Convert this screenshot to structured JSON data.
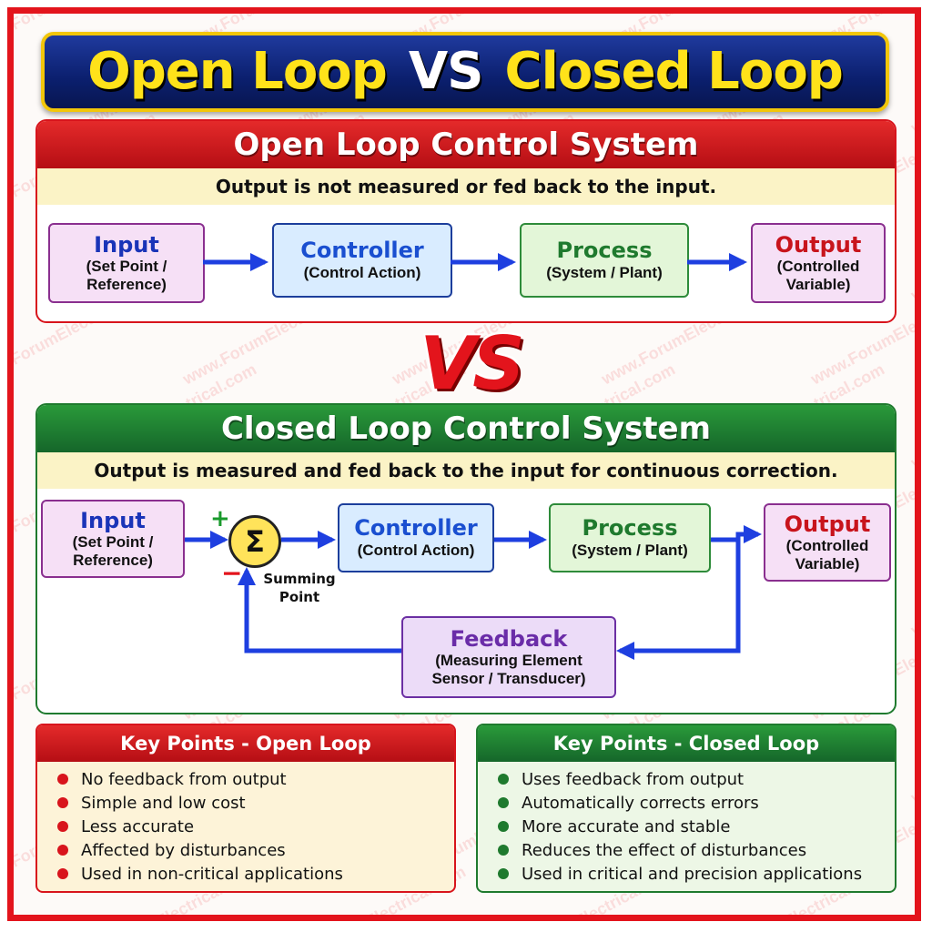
{
  "title": {
    "left": "Open Loop",
    "vs": "VS",
    "right": "Closed Loop"
  },
  "watermark": "www.ForumElectrical.com",
  "vs_middle": "VS",
  "colors": {
    "red": "#d8141c",
    "green": "#1f7a2e",
    "navy": "#0b1f6e",
    "yellow": "#ffe21a",
    "arrow_blue": "#1e3fe0",
    "input_title": "#1a34b8",
    "controller_title": "#1a4fd0",
    "process_title": "#1f7a2e",
    "output_title": "#c8141c",
    "feedback_title": "#6a2ca8"
  },
  "open_loop": {
    "heading": "Open Loop Control System",
    "description": "Output is not measured or fed back to the input.",
    "blocks": {
      "input": {
        "title": "Input",
        "line1": "(Set Point /",
        "line2": "Reference)"
      },
      "controller": {
        "title": "Controller",
        "line1": "(Control Action)"
      },
      "process": {
        "title": "Process",
        "line1": "(System / Plant)"
      },
      "output": {
        "title": "Output",
        "line1": "(Controlled",
        "line2": "Variable)"
      }
    }
  },
  "closed_loop": {
    "heading": "Closed Loop Control System",
    "description": "Output is measured and fed back to the input for continuous correction.",
    "blocks": {
      "input": {
        "title": "Input",
        "line1": "(Set Point /",
        "line2": "Reference)"
      },
      "controller": {
        "title": "Controller",
        "line1": "(Control Action)"
      },
      "process": {
        "title": "Process",
        "line1": "(System / Plant)"
      },
      "output": {
        "title": "Output",
        "line1": "(Controlled",
        "line2": "Variable)"
      },
      "feedback": {
        "title": "Feedback",
        "line1": "(Measuring Element",
        "line2": "Sensor / Transducer)"
      }
    },
    "summing": {
      "symbol": "Σ",
      "plus": "+",
      "minus": "−",
      "label1": "Summing",
      "label2": "Point"
    }
  },
  "key_points_open": {
    "heading": "Key Points - Open Loop",
    "items": [
      "No feedback from output",
      "Simple and low cost",
      "Less accurate",
      "Affected by disturbances",
      "Used in non-critical applications"
    ]
  },
  "key_points_closed": {
    "heading": "Key Points - Closed Loop",
    "items": [
      "Uses feedback from output",
      "Automatically corrects errors",
      "More accurate and stable",
      "Reduces the effect of disturbances",
      "Used in critical and precision applications"
    ]
  }
}
